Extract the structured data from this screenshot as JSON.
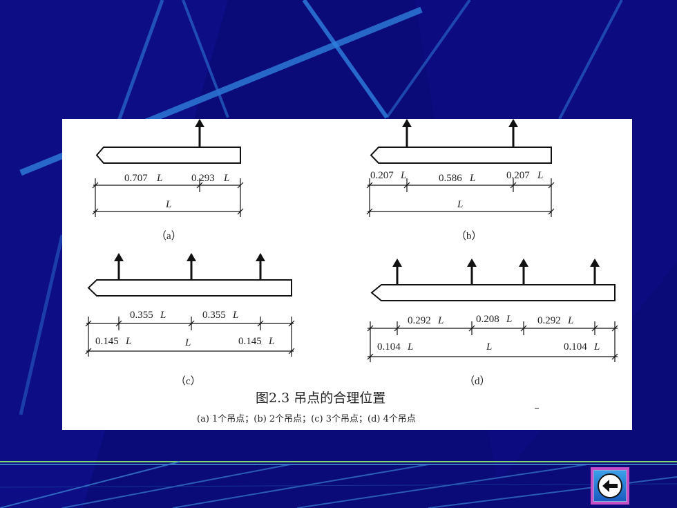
{
  "slide": {
    "figure": {
      "a": {
        "label": "（a）",
        "seg_left": "0.707",
        "seg_right": "0.293",
        "total": "L",
        "L": "L"
      },
      "b": {
        "label": "（b）",
        "seg1": "0.207",
        "seg2": "0.586",
        "seg3": "0.207",
        "total": "L",
        "L": "L"
      },
      "c": {
        "label": "（c）",
        "seg1": "0.355",
        "seg2": "0.355",
        "end_left": "0.145",
        "end_right": "0.145",
        "total": "L",
        "L": "L"
      },
      "d": {
        "label": "（d）",
        "seg1": "0.292",
        "seg2": "0.208",
        "seg3": "0.292",
        "end_left": "0.104",
        "end_right": "0.104",
        "total": "L",
        "L": "L"
      },
      "caption_title": "图2.3  吊点的合理位置",
      "caption_sub": "(a) 1个吊点；(b) 2个吊点；(c) 3个吊点；(d) 4个吊点"
    },
    "nav": {
      "back_icon": "back-arrow-icon"
    },
    "colors": {
      "background": "#0a0a78",
      "accent": "#c64fc8"
    }
  }
}
